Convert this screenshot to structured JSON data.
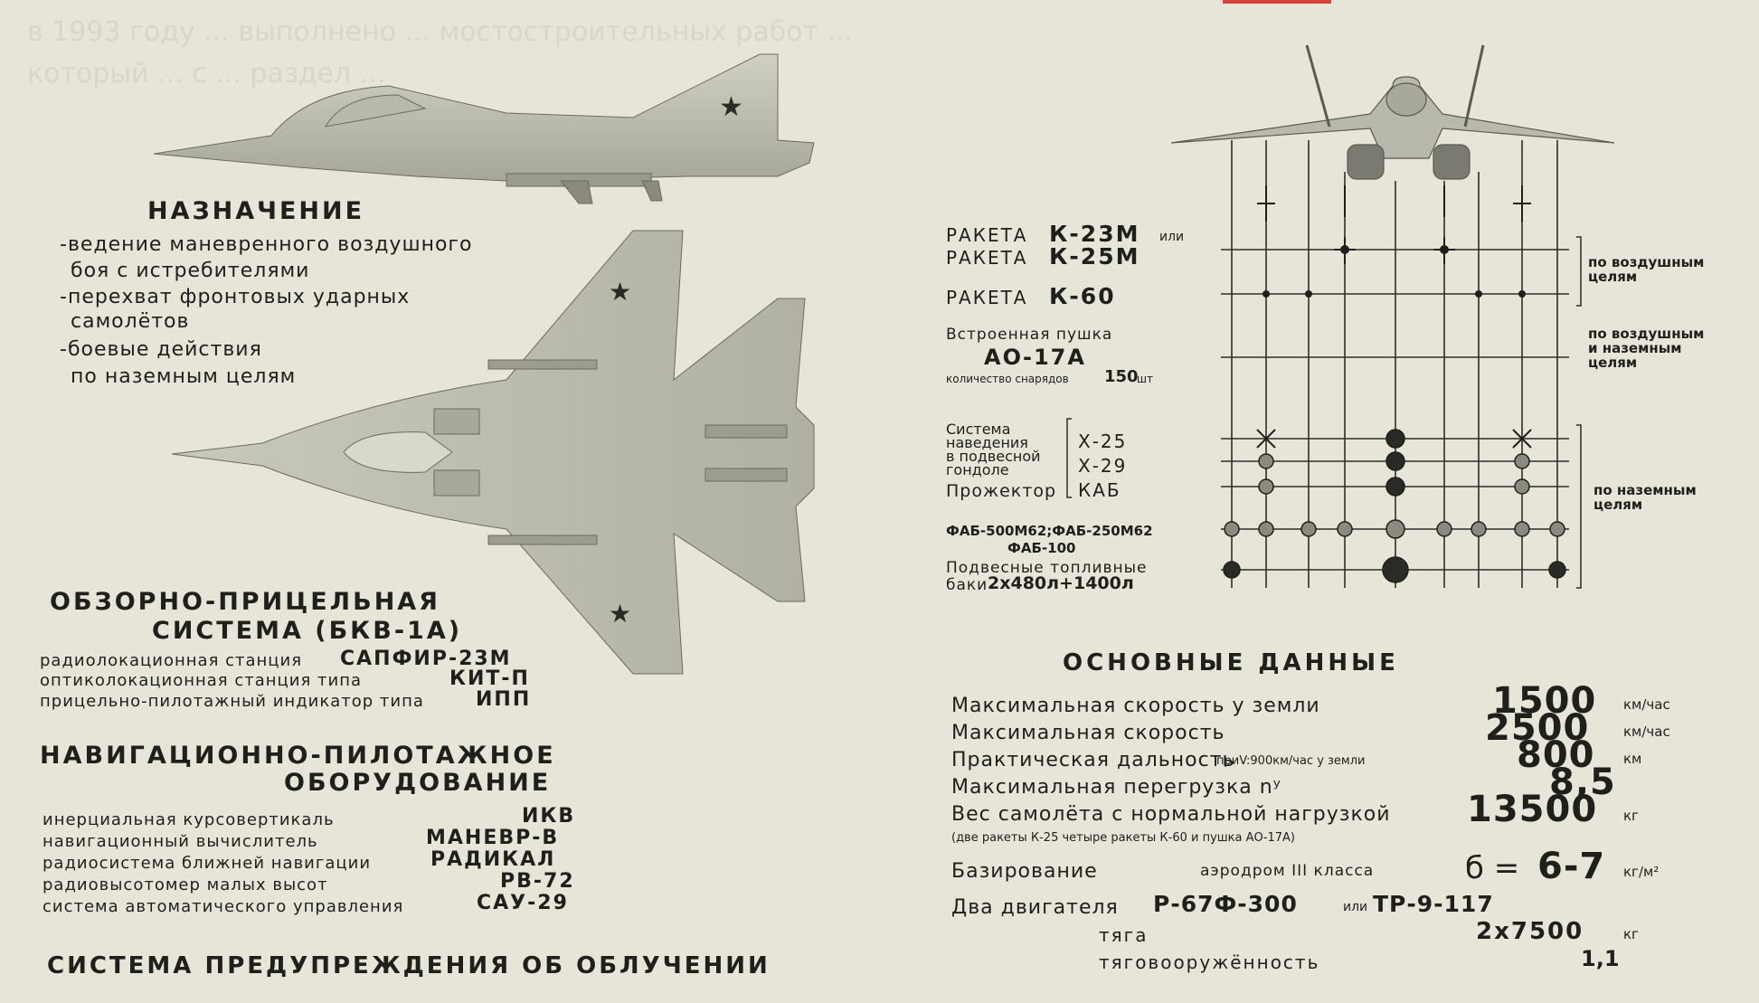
{
  "purpose": {
    "title": "НАЗНАЧЕНИЕ",
    "items": [
      "-ведение маневренного воздушного",
      "боя с истребителями",
      "-перехват фронтовых ударных",
      "самолётов",
      "-боевые действия",
      "по наземным целям"
    ]
  },
  "sight_system": {
    "title1": "ОБЗОРНО-ПРИЦЕЛЬНАЯ",
    "title2": "СИСТЕМА (БКВ-1А)",
    "rows": [
      {
        "label": "радиолокационная станция",
        "value": "САПФИР-23М"
      },
      {
        "label": "оптиколокационная станция типа",
        "value": "КИТ-П"
      },
      {
        "label": "прицельно-пилотажный индикатор типа",
        "value": "ИПП"
      }
    ]
  },
  "nav_equipment": {
    "title1": "НАВИГАЦИОННО-ПИЛОТАЖНОЕ",
    "title2": "ОБОРУДОВАНИЕ",
    "rows": [
      {
        "label": "инерциальная курсовертикаль",
        "value": "ИКВ"
      },
      {
        "label": "навигационный вычислитель",
        "value": "МАНЕВР-В"
      },
      {
        "label": "радиосистема ближней навигации",
        "value": "РАДИКАЛ"
      },
      {
        "label": "радиовысотомер малых высот",
        "value": "РВ-72"
      },
      {
        "label": "система автоматического управления",
        "value": "САУ-29"
      }
    ]
  },
  "warning_system": "СИСТЕМА ПРЕДУПРЕЖДЕНИЯ ОБ ОБЛУЧЕНИИ",
  "armament": {
    "r1_prefix": "РАКЕТА",
    "r1_name": "К-23М",
    "r1_suffix": "или",
    "r2_prefix": "РАКЕТА",
    "r2_name": "К-25М",
    "r3_prefix": "РАКЕТА",
    "r3_name": "К-60",
    "gun_label": "Встроенная пушка",
    "gun_name": "АО-17А",
    "gun_ammo": "количество снарядов",
    "gun_ammo_value": "150",
    "gun_ammo_unit": "шт",
    "pod_label": [
      "Система",
      "наведения",
      "в подвесной",
      "гондоле"
    ],
    "searchlight": "Прожектор",
    "guided": [
      "Х-25",
      "Х-29",
      "КАБ"
    ],
    "bombs1": "ФАБ-500М62;ФАБ-250М62",
    "bombs2": "ФАБ-100",
    "tanks1": "Подвесные топливные",
    "tanks2_prefix": "баки",
    "tanks2_value": "2х480л+1400л",
    "target_air": [
      "по воздушным",
      "целям"
    ],
    "target_both": [
      "по воздушным",
      "и наземным",
      "целям"
    ],
    "target_ground": [
      "по наземным",
      "целям"
    ]
  },
  "main_data": {
    "title": "ОСНОВНЫЕ ДАННЫЕ",
    "rows": [
      {
        "label": "Максимальная скорость у земли",
        "value": "1500",
        "unit": "км/час"
      },
      {
        "label": "Максимальная скорость",
        "value": "2500",
        "unit": "км/час"
      },
      {
        "label": "Практическая дальность",
        "note": "приV:900км/час у земли",
        "value": "800",
        "unit": "км"
      },
      {
        "label": "Максимальная перегрузка nʸ",
        "value": "8,5",
        "unit": ""
      },
      {
        "label": "Вес самолёта с нормальной нагрузкой",
        "value": "13500",
        "unit": "кг"
      }
    ],
    "weight_note": "(две ракеты К-25 четыре ракеты К-60 и пушка АО-17А)",
    "basing_label": "Базирование",
    "basing_value": "аэродром III класса",
    "sigma_label": "б =",
    "sigma_value": "6-7",
    "sigma_unit": "кг/м²",
    "engines_label": "Два двигателя",
    "engines_value": "Р-67Ф-300",
    "engines_or": "или",
    "engines_alt": "ТР-9-117",
    "thrust_label": "тяга",
    "thrust_value": "2х7500",
    "thrust_unit": "кг",
    "ratio_label": "тяговооружённость",
    "ratio_value": "1,1"
  },
  "bg_text": {
    "line1": "в 1993 году ... выполнено ... мостостроительных работ ... ",
    "line2": "который ... с ... раздел ..."
  },
  "colors": {
    "paper": "#e6e5d8",
    "ink": "#1f1f1c",
    "aircraft": "#bdbdb0"
  }
}
